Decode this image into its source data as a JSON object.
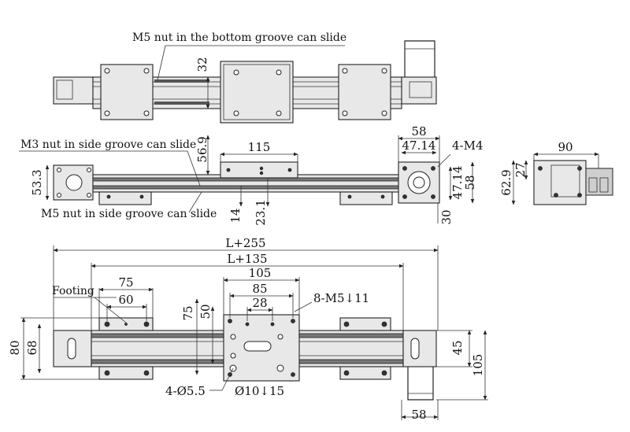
{
  "annotations": {
    "bottom_groove": "M5 nut in the bottom groove can slide",
    "m3_side_groove": "M3 nut in side groove can slide",
    "m5_side_groove": "M5 nut in side groove can slide",
    "footing": "Footing",
    "m5_holes": "8-M5↓11",
    "holes_spec": "4-Ø5.5",
    "counterbore": "Ø10↓15"
  },
  "dimensions": {
    "top_height": "32",
    "side_56_9": "56.9",
    "side_115": "115",
    "side_53_3": "53.3",
    "side_14": "14",
    "side_23_1": "23.1",
    "flange_58": "58",
    "flange_47_14_h": "47.14",
    "flange_4_m4": "4-M4",
    "flange_47_14_v": "47.14",
    "flange_58_v": "58",
    "flange_30": "30",
    "end_90": "90",
    "end_27": "27",
    "end_62_9": "62.9",
    "total_l255": "L+255",
    "total_l135": "L+135",
    "foot_75": "75",
    "foot_60": "60",
    "carriage_105": "105",
    "carriage_85": "85",
    "carriage_28": "28",
    "carriage_75_v": "75",
    "carriage_50_v": "50",
    "left_80": "80",
    "left_68": "68",
    "right_45": "45",
    "right_105": "105",
    "motor_58": "58"
  }
}
